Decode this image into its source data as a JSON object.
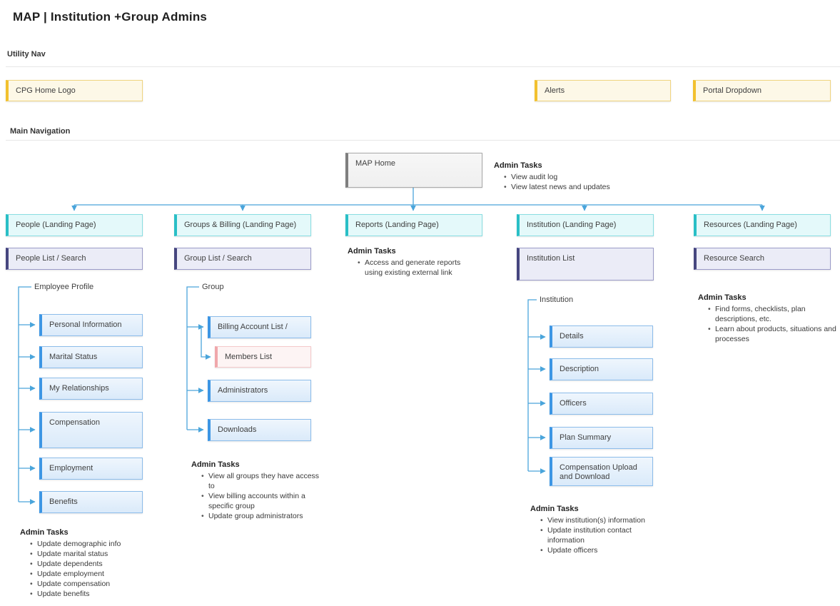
{
  "page_title": "MAP | Institution +Group Admins",
  "labels": {
    "utility_nav": "Utility Nav",
    "main_nav": "Main Navigation",
    "admin_tasks_heading": "Admin Tasks"
  },
  "utility_nav": {
    "cpg_home_logo": "CPG Home Logo",
    "alerts": "Alerts",
    "portal_dropdown": "Portal Dropdown"
  },
  "nav_tree": {
    "map_home": "MAP Home",
    "people": {
      "landing": "People (Landing Page)",
      "list": "People List / Search",
      "branch_label": "Employee Profile",
      "pages": [
        "Personal Information",
        "Marital Status",
        "My Relationships",
        "Compensation",
        "Employment",
        "Benefits"
      ]
    },
    "groups": {
      "landing": "Groups & Billing (Landing Page)",
      "list": "Group List / Search",
      "branch_label": "Group",
      "pages": [
        "Billing Account List /",
        "Members List",
        "Administrators",
        "Downloads"
      ]
    },
    "reports": {
      "landing": "Reports (Landing Page)"
    },
    "institution": {
      "landing": "Institution (Landing Page)",
      "list": "Institution List",
      "branch_label": "Institution",
      "pages": [
        "Details",
        "Description",
        "Officers",
        "Plan Summary",
        "Compensation Upload and Download"
      ]
    },
    "resources": {
      "landing": "Resources (Landing Page)",
      "list": "Resource Search"
    }
  },
  "admin_tasks": {
    "map_home": [
      "View audit log",
      "View latest news and updates"
    ],
    "reports": [
      "Access and generate reports using existing external link"
    ],
    "people": [
      "Update demographic info",
      "Update marital status",
      "Update dependents",
      "Update employment",
      "Update compensation",
      "Update benefits"
    ],
    "groups": [
      "View all groups they have access to",
      "View billing accounts within a specific group",
      "Update group administrators"
    ],
    "institution": [
      "View institution(s) information",
      "Update institution contact information",
      "Update officers"
    ],
    "resources": [
      "Find forms, checklists, plan descriptions, etc.",
      "Learn about products, situations and processes"
    ]
  },
  "colors": {
    "connector": "#4aa5db",
    "yellow_bar": "#f2c12e",
    "teal_bar": "#29bfc6",
    "indigo_bar": "#46467f",
    "blue_bar": "#3d96e4",
    "pink_bar": "#f0a7ab",
    "gray_bar": "#7f7f7f"
  }
}
